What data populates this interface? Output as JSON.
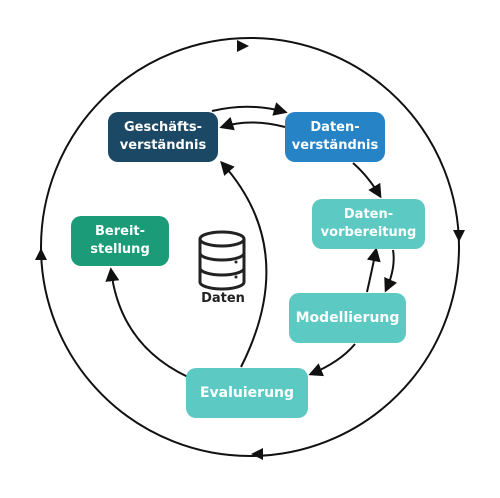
{
  "diagram": {
    "nodes": {
      "business": {
        "line1": "Geschäfts-",
        "line2": "verständnis",
        "color": "#1b4965"
      },
      "data": {
        "line1": "Daten-",
        "line2": "verständnis",
        "color": "#2683c6"
      },
      "prep": {
        "line1": "Daten-",
        "line2": "vorbereitung",
        "color": "#5cc9c3"
      },
      "model": {
        "line1": "Modellierung",
        "color": "#5cc9c3"
      },
      "eval": {
        "line1": "Evaluierung",
        "color": "#5cc9c3"
      },
      "deploy": {
        "line1": "Bereit-",
        "line2": "stellung",
        "color": "#1b9b77"
      }
    },
    "center": {
      "label": "Daten",
      "icon": "database-icon"
    },
    "outer_cycle": {
      "direction": "clockwise"
    },
    "edges": [
      {
        "from": "business",
        "to": "data"
      },
      {
        "from": "data",
        "to": "business"
      },
      {
        "from": "data",
        "to": "prep"
      },
      {
        "from": "prep",
        "to": "model"
      },
      {
        "from": "model",
        "to": "prep"
      },
      {
        "from": "model",
        "to": "eval"
      },
      {
        "from": "eval",
        "to": "business"
      },
      {
        "from": "eval",
        "to": "deploy"
      }
    ]
  }
}
